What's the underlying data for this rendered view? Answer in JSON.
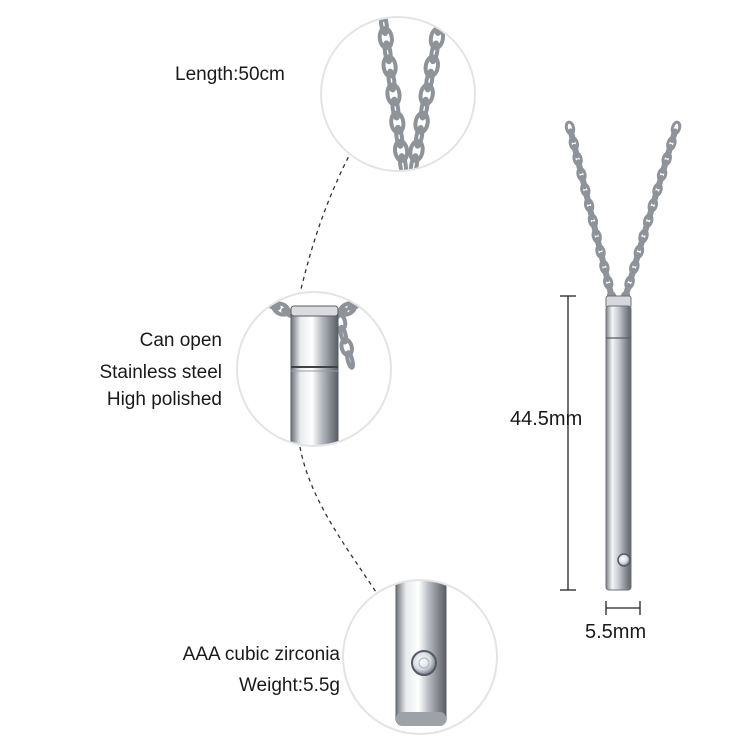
{
  "callouts": {
    "chain": {
      "length": "Length:50cm"
    },
    "clasp": {
      "line1": "Can open",
      "line2": "Stainless steel",
      "line3": "High polished"
    },
    "stone": {
      "line1": "AAA cubic zirconia",
      "line2": "Weight:5.5g"
    }
  },
  "dimensions": {
    "height": "44.5mm",
    "width": "5.5mm"
  },
  "colors": {
    "steel_light": "#f2f3f5",
    "steel_mid": "#b9bcc2",
    "steel_dark": "#6c7078",
    "chain": "#8e9299",
    "text": "#1a1a1a"
  }
}
